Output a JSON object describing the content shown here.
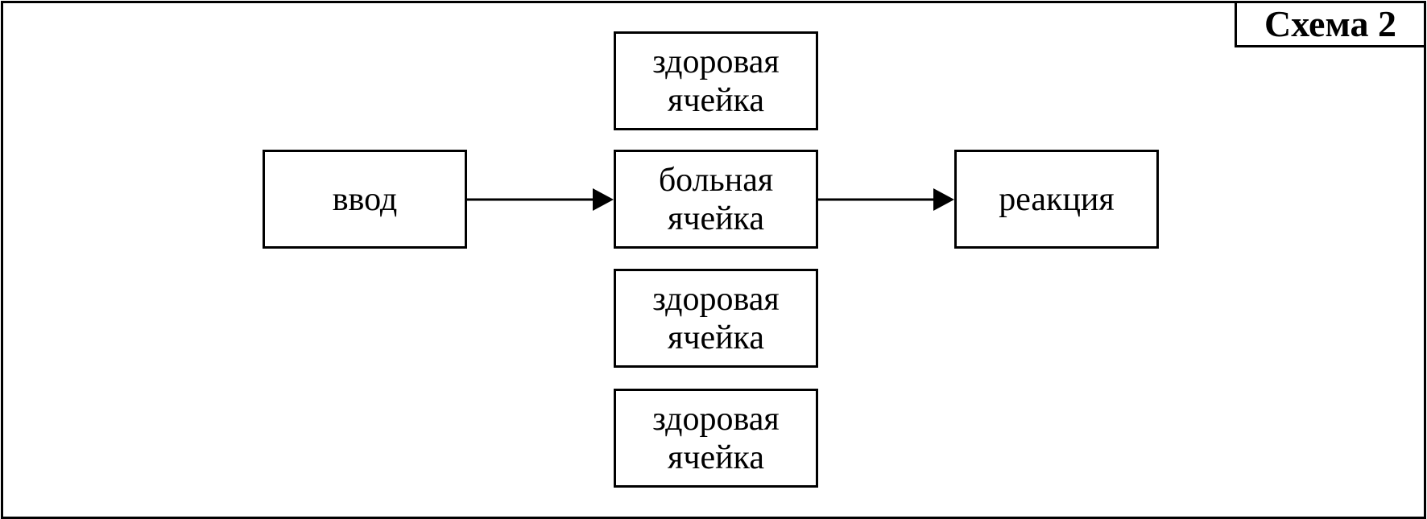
{
  "scheme": {
    "label": "Схема 2"
  },
  "nodes": {
    "input": {
      "lines": [
        "ввод"
      ]
    },
    "sick_cell": {
      "lines": [
        "больная",
        "ячейка"
      ]
    },
    "reaction": {
      "lines": [
        "реакция"
      ]
    },
    "healthy_cells": [
      {
        "lines": [
          "здоровая",
          "ячейка"
        ]
      },
      {
        "lines": [
          "здоровая",
          "ячейка"
        ]
      },
      {
        "lines": [
          "здоровая",
          "ячейка"
        ]
      }
    ]
  },
  "edges": [
    {
      "from": "input",
      "to": "sick_cell"
    },
    {
      "from": "sick_cell",
      "to": "reaction"
    }
  ],
  "colors": {
    "stroke": "#000000",
    "background": "#ffffff"
  }
}
